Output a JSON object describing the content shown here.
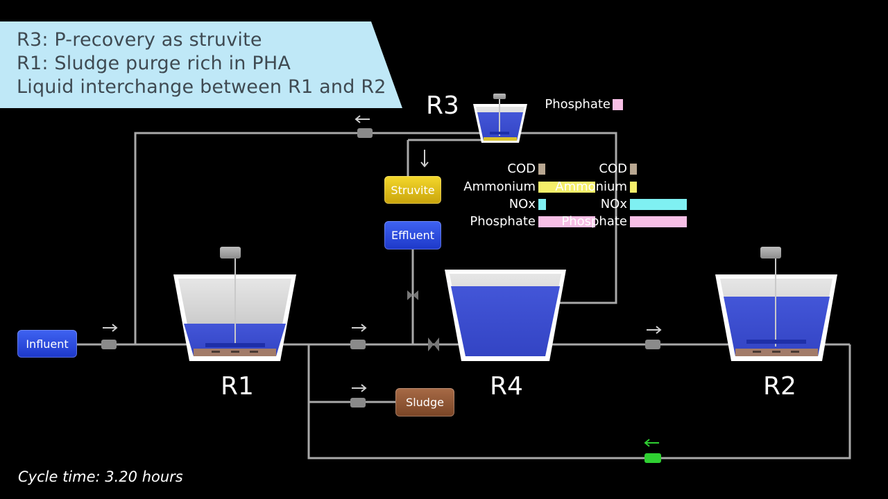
{
  "banner": {
    "line1": "R3: P-recovery as struvite",
    "line2": "R1: Sludge purge rich in PHA",
    "line3": "Liquid interchange between R1 and R2"
  },
  "reactors": {
    "r1": "R1",
    "r2": "R2",
    "r3": "R3",
    "r4": "R4"
  },
  "boxes": {
    "influent": "Influent",
    "struvite": "Struvite",
    "effluent": "Effluent",
    "sludge": "Sludge"
  },
  "r3_legend": {
    "phosphate": "Phosphate"
  },
  "legend_left": {
    "cod": "COD",
    "ammonium": "Ammonium",
    "nox": "NOx",
    "phosphate": "Phosphate"
  },
  "legend_right": {
    "cod": "COD",
    "ammonium": "Ammonium",
    "nox": "NOx",
    "phosphate": "Phosphate"
  },
  "colors": {
    "cod": "#b8a791",
    "ammonium": "#f5ef6a",
    "nox": "#7ff0f2",
    "phosphate": "#f7bfe6",
    "liquid": "#3c4fcf",
    "pipe": "#a9a9a9",
    "active_valve": "#2fd032"
  },
  "cycle": {
    "text": "Cycle time: 3.20 hours"
  }
}
